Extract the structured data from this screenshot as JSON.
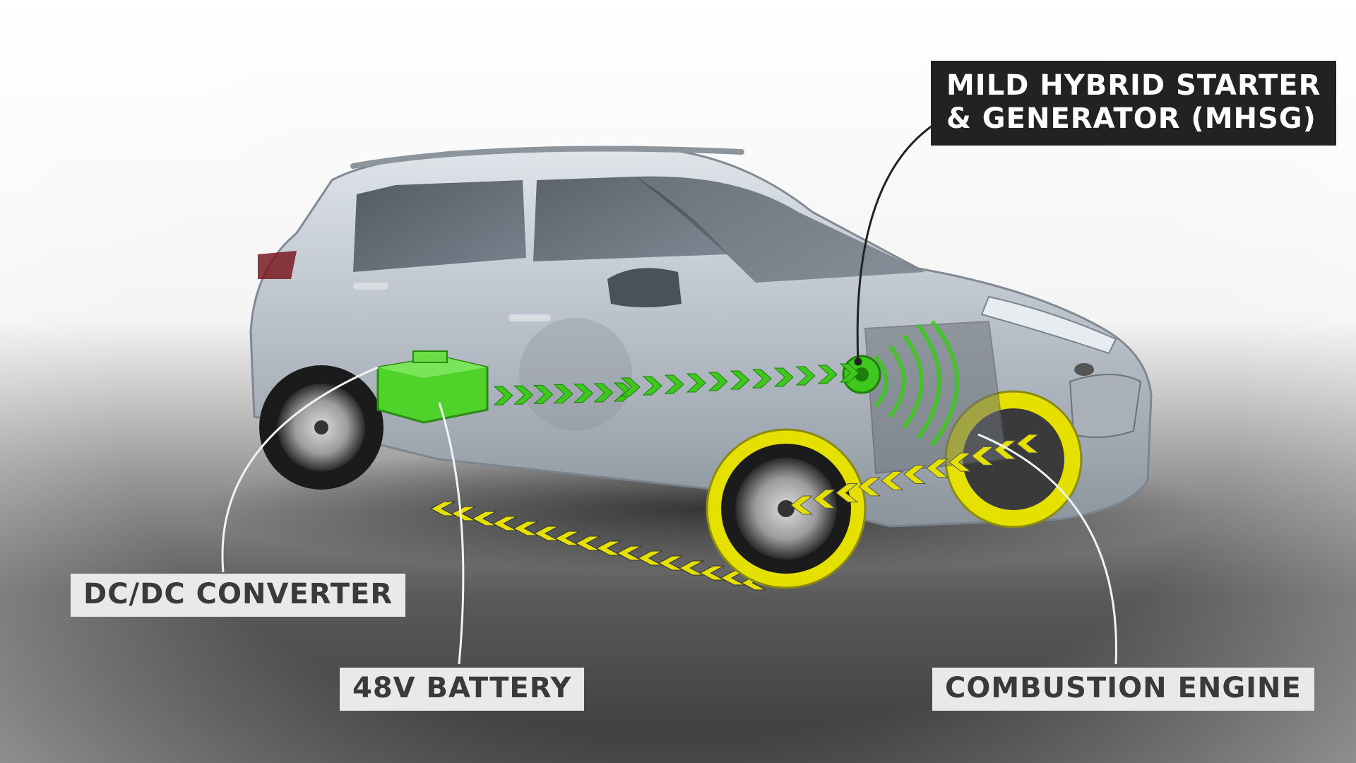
{
  "labels": {
    "mhsg": {
      "line1": "MILD HYBRID STARTER",
      "line2": "& GENERATOR (MHSG)"
    },
    "dcdc": "DC/DC CONVERTER",
    "battery": "48V BATTERY",
    "engine": "COMBUSTION ENGINE"
  },
  "colors": {
    "label_light_bg": "#e9e9e9",
    "label_light_text": "#3a3a3a",
    "label_dark_bg": "#222222",
    "label_dark_text": "#ffffff",
    "electric_flow": "#3ec81e",
    "mechanical_flow": "#e6e000",
    "car_body": "#b9c2cc",
    "road": "#444444"
  }
}
